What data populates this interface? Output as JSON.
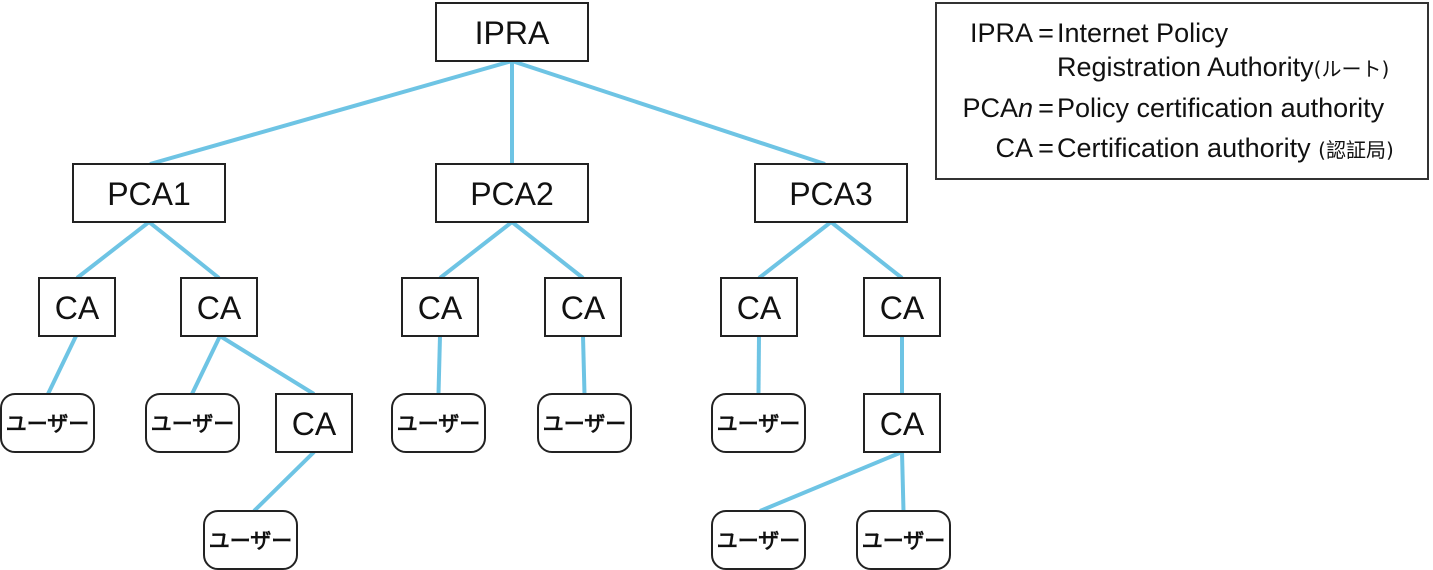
{
  "nodes": [
    {
      "id": "ipra",
      "label": "IPRA",
      "kind": "root"
    },
    {
      "id": "pca1",
      "label": "PCA1",
      "kind": "pca"
    },
    {
      "id": "pca2",
      "label": "PCA2",
      "kind": "pca"
    },
    {
      "id": "pca3",
      "label": "PCA3",
      "kind": "pca"
    },
    {
      "id": "ca1a",
      "label": "CA",
      "kind": "ca"
    },
    {
      "id": "ca1b",
      "label": "CA",
      "kind": "ca"
    },
    {
      "id": "ca2a",
      "label": "CA",
      "kind": "ca"
    },
    {
      "id": "ca2b",
      "label": "CA",
      "kind": "ca"
    },
    {
      "id": "ca3a",
      "label": "CA",
      "kind": "ca"
    },
    {
      "id": "ca3b",
      "label": "CA",
      "kind": "ca"
    },
    {
      "id": "ca1b_sub",
      "label": "CA",
      "kind": "ca"
    },
    {
      "id": "ca3b_sub",
      "label": "CA",
      "kind": "ca"
    },
    {
      "id": "u1",
      "label": "ユーザー",
      "kind": "user"
    },
    {
      "id": "u2",
      "label": "ユーザー",
      "kind": "user"
    },
    {
      "id": "u3",
      "label": "ユーザー",
      "kind": "user"
    },
    {
      "id": "u4",
      "label": "ユーザー",
      "kind": "user"
    },
    {
      "id": "u5",
      "label": "ユーザー",
      "kind": "user"
    },
    {
      "id": "u6",
      "label": "ユーザー",
      "kind": "user"
    },
    {
      "id": "u7",
      "label": "ユーザー",
      "kind": "user"
    },
    {
      "id": "u8",
      "label": "ユーザー",
      "kind": "user"
    }
  ],
  "edges": [
    [
      "ipra",
      "pca1"
    ],
    [
      "ipra",
      "pca2"
    ],
    [
      "ipra",
      "pca3"
    ],
    [
      "pca1",
      "ca1a"
    ],
    [
      "pca1",
      "ca1b"
    ],
    [
      "pca2",
      "ca2a"
    ],
    [
      "pca2",
      "ca2b"
    ],
    [
      "pca3",
      "ca3a"
    ],
    [
      "pca3",
      "ca3b"
    ],
    [
      "ca1a",
      "u1"
    ],
    [
      "ca1b",
      "u2"
    ],
    [
      "ca1b",
      "ca1b_sub"
    ],
    [
      "ca1b_sub",
      "u3"
    ],
    [
      "ca2a",
      "u4"
    ],
    [
      "ca2b",
      "u5"
    ],
    [
      "ca3a",
      "u6"
    ],
    [
      "ca3b",
      "ca3b_sub"
    ],
    [
      "ca3b_sub",
      "u7"
    ],
    [
      "ca3b_sub",
      "u8"
    ]
  ],
  "colors": {
    "edge": "#6ec4e4",
    "border": "#222222"
  },
  "legend": {
    "rows": [
      {
        "key": "IPRA",
        "eq": "=",
        "value": "Internet Policy"
      },
      {
        "key": "",
        "eq": "",
        "value": "Registration Authority",
        "note": "(ルート)"
      },
      {
        "key": "PCA",
        "key_italic": "n",
        "eq": "=",
        "value": "Policy certification authority"
      },
      {
        "key": "CA",
        "eq": "=",
        "value": "Certification authority",
        "note": "(認証局)"
      }
    ]
  }
}
